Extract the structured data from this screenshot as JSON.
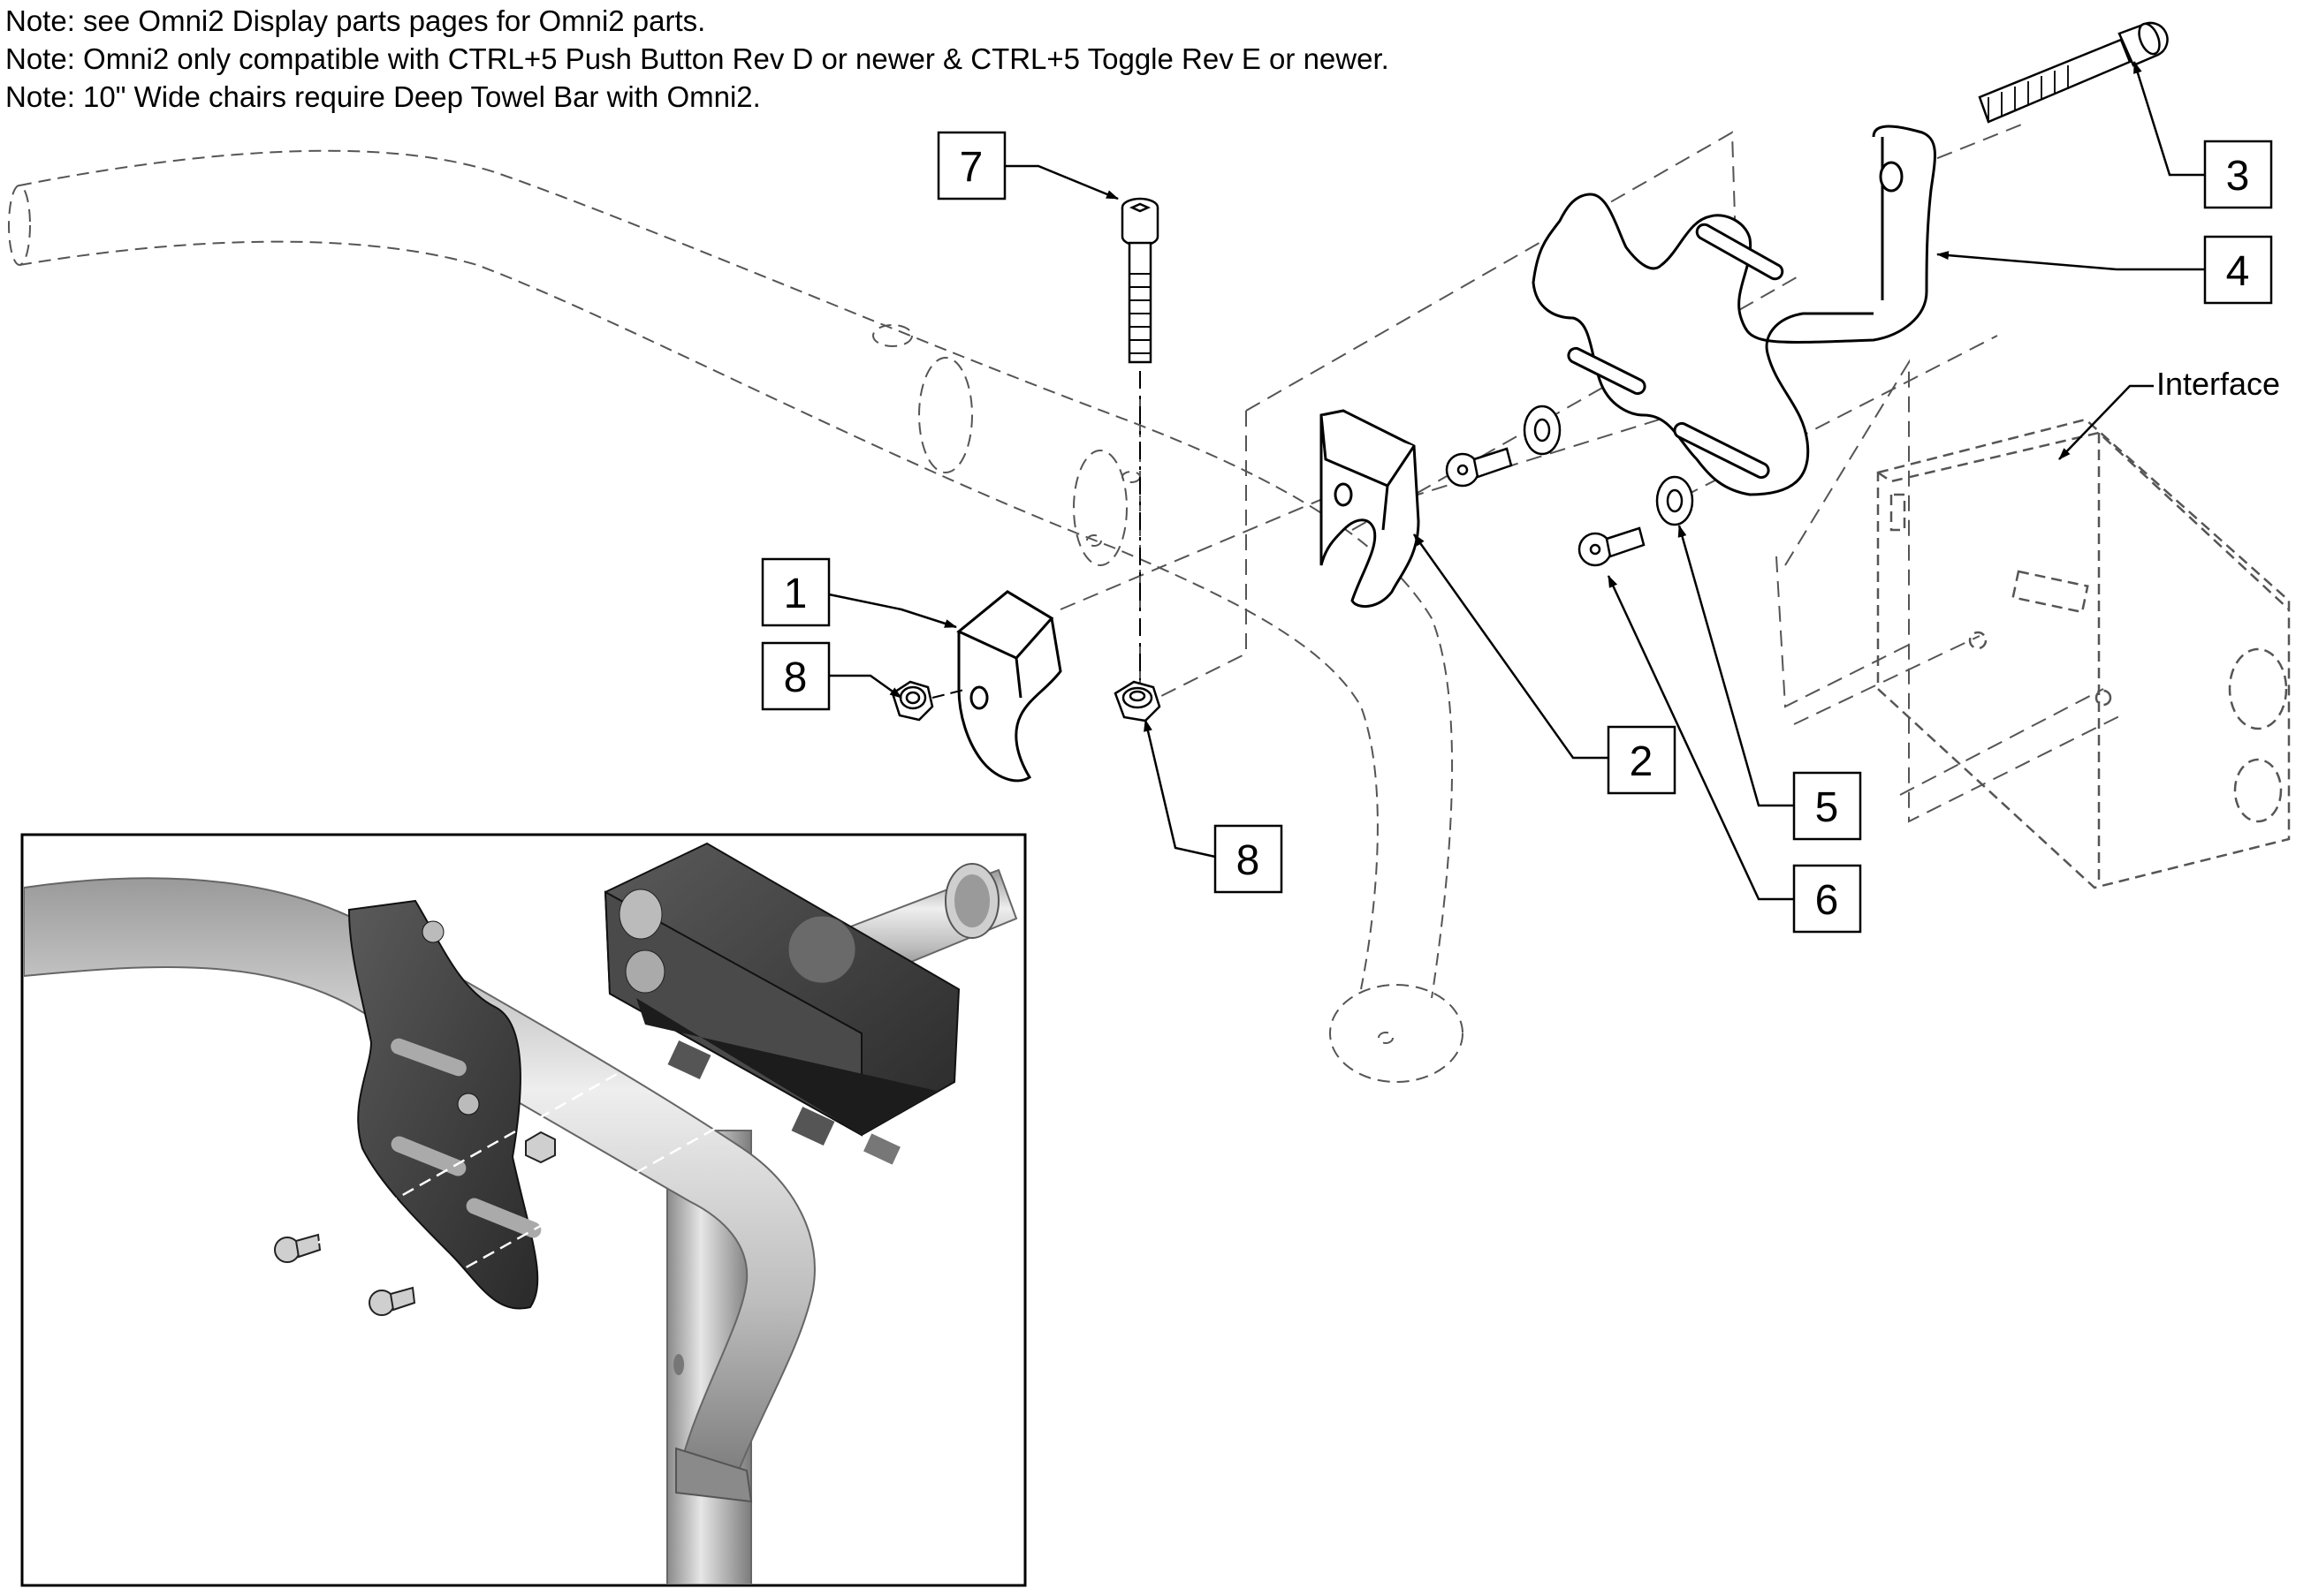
{
  "notes": [
    "Note: see Omni2 Display parts pages for Omni2 parts.",
    "Note: Omni2 only compatible with CTRL+5 Push Button Rev D or newer & CTRL+5 Toggle Rev E or newer.",
    "Note: 10\" Wide chairs require Deep Towel Bar with Omni2."
  ],
  "callouts": {
    "c1": "1",
    "c2": "2",
    "c3": "3",
    "c4": "4",
    "c5": "5",
    "c6": "6",
    "c7": "7",
    "c8a": "8",
    "c8b": "8"
  },
  "labels": {
    "interface": "Interface"
  },
  "colors": {
    "line": "#000000",
    "dashed_part": "#555555",
    "tube_light": "#d9d9d9",
    "tube_dark": "#8a8a8a",
    "interface_body": "#3a3a3a",
    "bracket_dark": "#2e2e2e"
  }
}
